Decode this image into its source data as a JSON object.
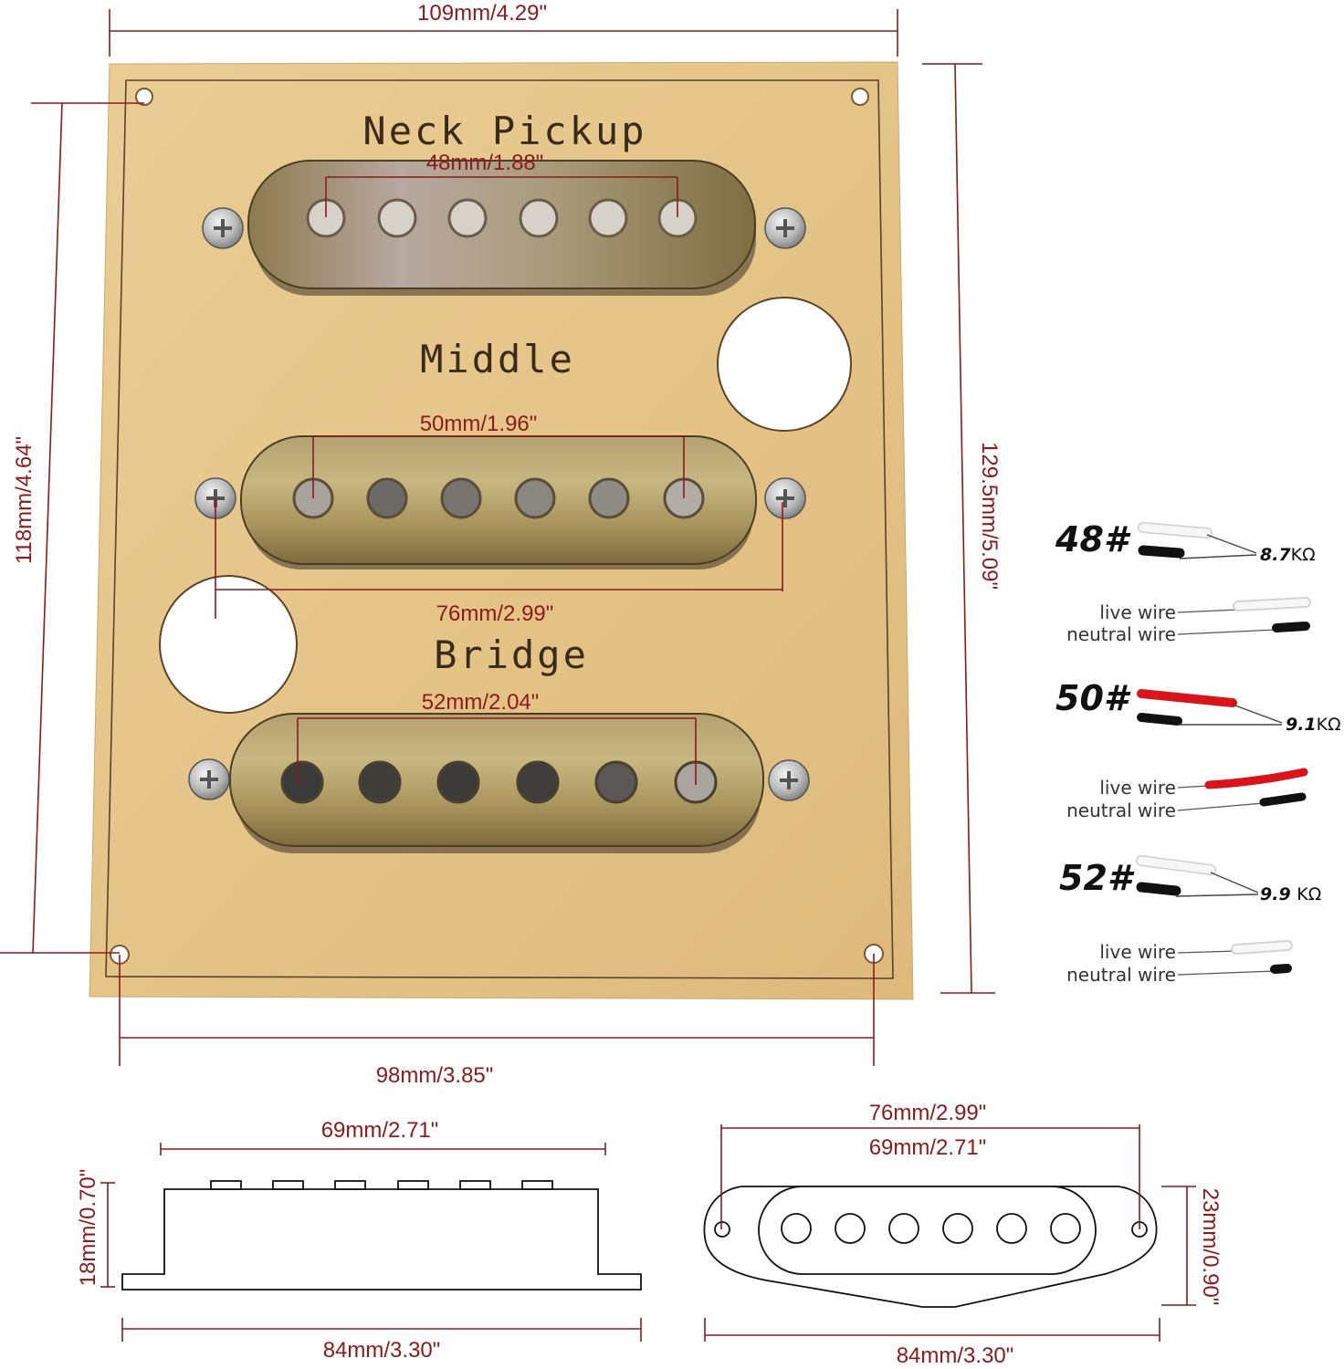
{
  "board": {
    "labels": {
      "neck": "Neck Pickup",
      "middle": "Middle",
      "bridge": "Bridge"
    },
    "colors": {
      "wood": "#e6c68d",
      "cover_light": "#c9b27a",
      "cover_dark": "#8f7a45",
      "dimension": "#8b1a1a"
    }
  },
  "dimensions": {
    "board_width": "109mm/4.29\"",
    "hole_height": "118mm/4.64\"",
    "board_height": "129.5mm/5.09\"",
    "hole_spacing_bottom": "98mm/3.85\"",
    "neck_pole_span": "48mm/1.88\"",
    "middle_pole_span": "50mm/1.96\"",
    "screw_span": "76mm/2.99\"",
    "bridge_pole_span": "52mm/2.04\""
  },
  "wiring": [
    {
      "model": "48#",
      "resistance": "8.7",
      "unit": "KΩ",
      "live_label": "live wire",
      "neutral_label": "neutral wire",
      "live_color": "#f2f2f2"
    },
    {
      "model": "50#",
      "resistance": "9.1",
      "unit": "KΩ",
      "live_label": "live wire",
      "neutral_label": "neutral wire",
      "live_color": "#d9141a"
    },
    {
      "model": "52#",
      "resistance": "9.9 ",
      "unit": "KΩ",
      "live_label": "live wire",
      "neutral_label": "neutral wire",
      "live_color": "#f2f2f2"
    }
  ],
  "side_view": {
    "top_length": "69mm/2.71\"",
    "height": "18mm/0.70\"",
    "base_length": "84mm/3.30\""
  },
  "top_view": {
    "screw_span": "76mm/2.99\"",
    "cover_length": "69mm/2.71\"",
    "width": "23mm/0.90\"",
    "base_length": "84mm/3.30\""
  }
}
